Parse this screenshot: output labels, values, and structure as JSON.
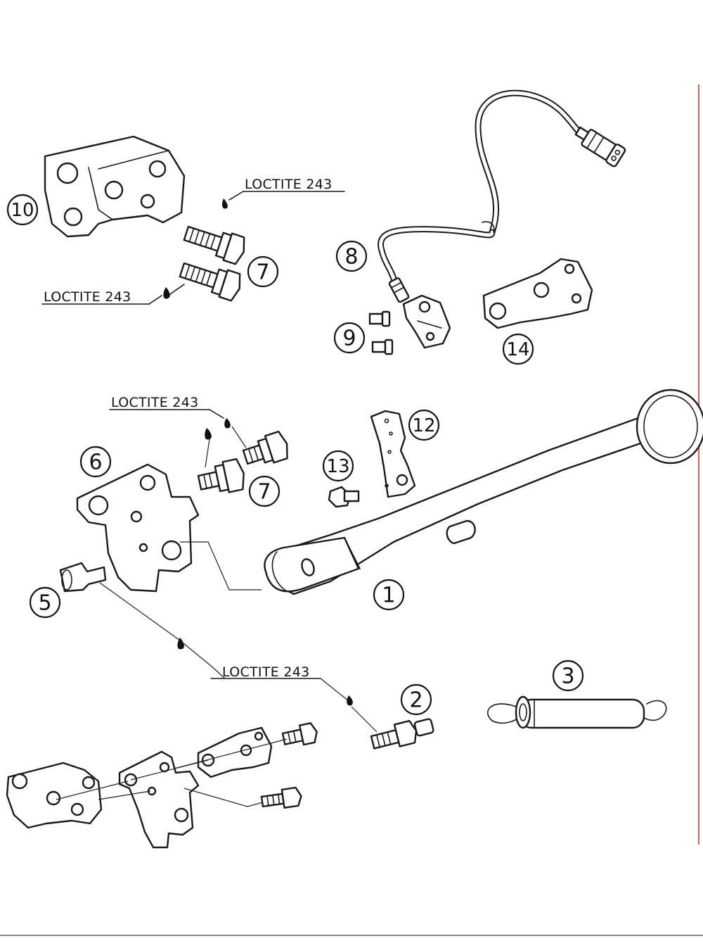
{
  "callouts": [
    {
      "id": "c1",
      "label": "1"
    },
    {
      "id": "c2",
      "label": "2"
    },
    {
      "id": "c3",
      "label": "3"
    },
    {
      "id": "c5",
      "label": "5"
    },
    {
      "id": "c6",
      "label": "6"
    },
    {
      "id": "c7a",
      "label": "7"
    },
    {
      "id": "c7b",
      "label": "7"
    },
    {
      "id": "c8",
      "label": "8"
    },
    {
      "id": "c9",
      "label": "9"
    },
    {
      "id": "c10",
      "label": "10"
    },
    {
      "id": "c12",
      "label": "12"
    },
    {
      "id": "c13",
      "label": "13"
    },
    {
      "id": "c14",
      "label": "14"
    }
  ],
  "loctite_labels": [
    "LOCTITE 243",
    "LOCTITE 243",
    "LOCTITE 243",
    "LOCTITE 243"
  ],
  "colors": {
    "line": "#1a1a1a",
    "background": "#ffffff",
    "edge_accent": "#e06060"
  }
}
